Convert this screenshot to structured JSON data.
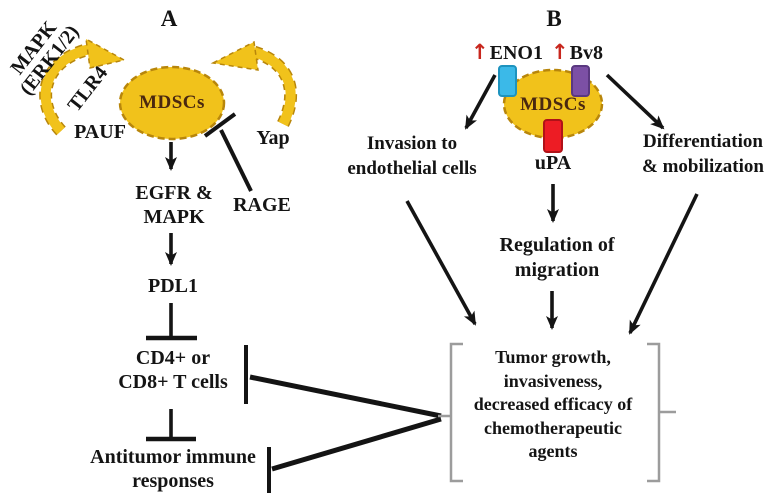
{
  "panel_a": {
    "label": "A",
    "mapk_erk": {
      "line1": "MAPK",
      "line2": "(ERK1/2)"
    },
    "tlr4": "TLR4",
    "pauf": "PAUF",
    "mdscs": "MDSCs",
    "yap": "Yap",
    "rage": "RAGE",
    "egfr_mapk": {
      "line1": "EGFR &",
      "line2": "MAPK"
    },
    "pdl1": "PDL1",
    "t_cells": {
      "line1": "CD4+ or",
      "line2": "CD8+ T cells"
    },
    "antitumor": {
      "line1": "Antitumor immune",
      "line2": "responses"
    }
  },
  "panel_b": {
    "label": "B",
    "up_arrow": "↑",
    "eno1": "ENO1",
    "bv8": "Bv8",
    "mdscs": "MDSCs",
    "upa": "uPA",
    "invasion": {
      "line1": "Invasion to",
      "line2": "endothelial cells"
    },
    "differentiation": {
      "line1": "Differentiation",
      "line2": "& mobilization"
    },
    "regulation": {
      "line1": "Regulation of",
      "line2": "migration"
    },
    "tumor_outcomes": {
      "line1": "Tumor growth,",
      "line2": "invasiveness,",
      "line3": "decreased efficacy of",
      "line4": "chemotherapeutic",
      "line5": "agents"
    }
  },
  "colors": {
    "gold": "#F1C21B",
    "gold_dark": "#B8860B",
    "arrow_black": "#141414",
    "red_up_arrow": "#C8271E",
    "cyan_receptor": "#3BB9E8",
    "cyan_border": "#1E93BE",
    "purple_receptor": "#7C50A5",
    "purple_border": "#5A3880",
    "red_receptor": "#ED1C24",
    "red_border": "#B01218",
    "bracket_grey": "#9C9C9C",
    "mdscs_text": "#4A2810"
  }
}
